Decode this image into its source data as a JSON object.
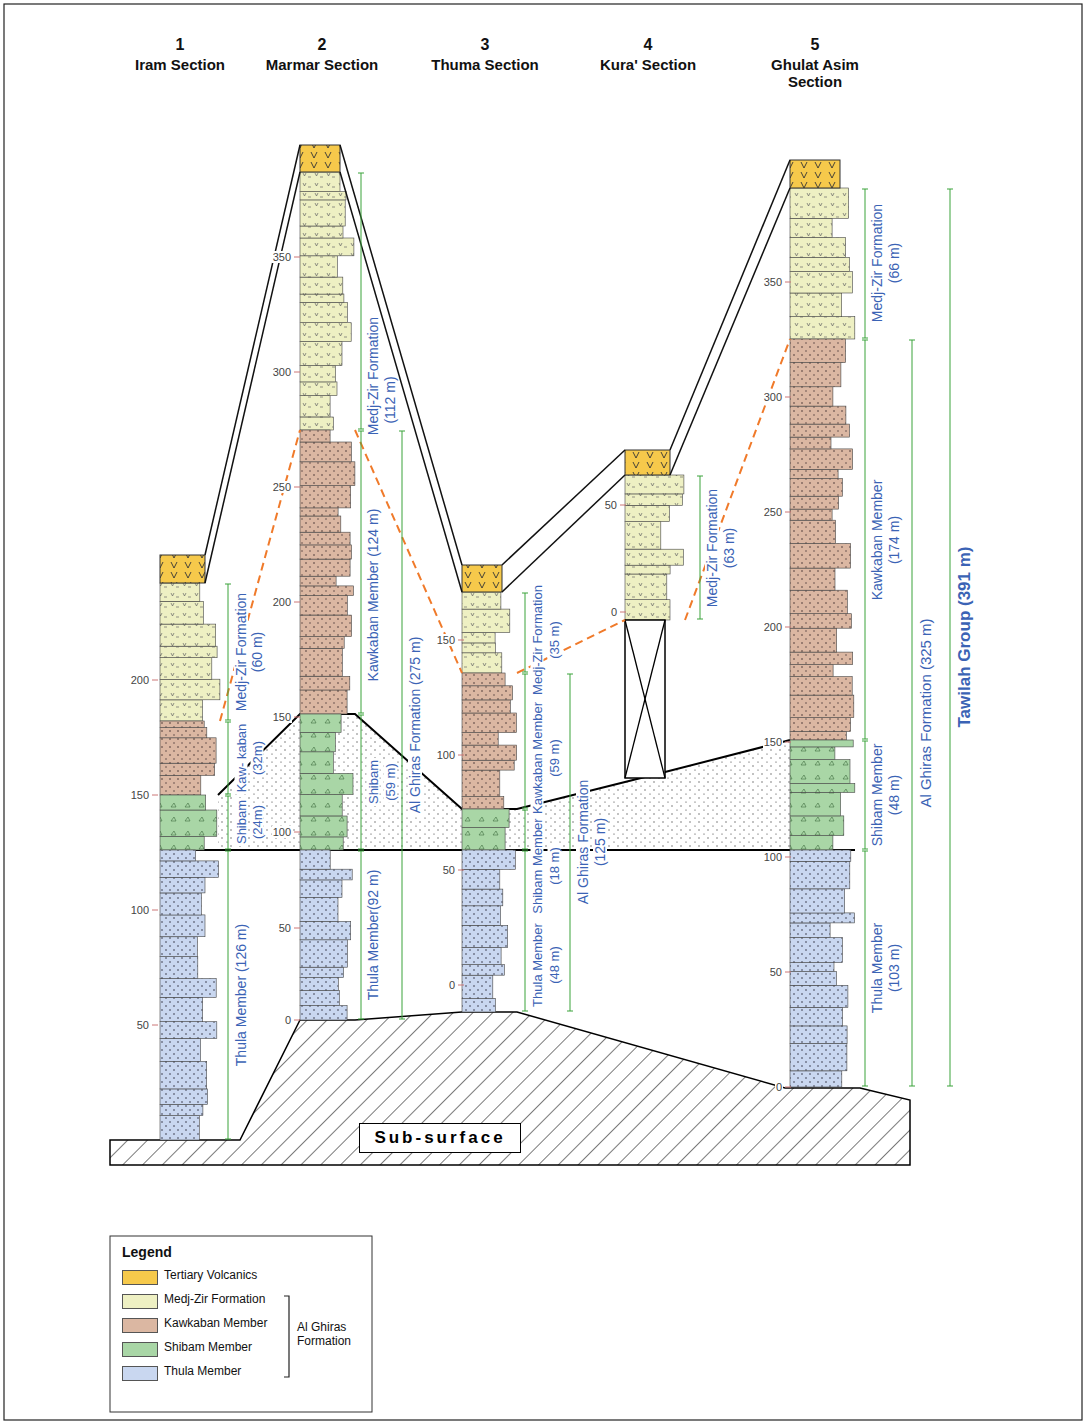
{
  "diagram": {
    "nodes": [
      {
        "text": [
          "Sub-surface"
        ]
      }
    ],
    "labels": [
      "1",
      "Iram Section",
      "2",
      "Marmar Section",
      "3",
      "Thuma Section",
      "4",
      "Kura' Section",
      "5",
      "Ghulat Asim Section",
      "200",
      "150",
      "100",
      "50",
      "Medj-Zir Formation",
      "(60 m)",
      "Kaw- kaban",
      "(32m)",
      "Shibam",
      "(24m)",
      "Thula Member (126 m)",
      "350",
      "300",
      "250",
      "200",
      "150",
      "100",
      "50",
      "0",
      "Medj-Zir Formation",
      "(112 m)",
      "Kawkaban Member (124 m)",
      "Shibam",
      "(59 m)",
      "Thula Member(92 m)",
      "Al Ghiras Formation (275 m)",
      "150",
      "100",
      "50",
      "0",
      "Medj-Zir Formation",
      "(35 m)",
      "Kawkaban Member",
      "(59 m)",
      "Shibam Member",
      "(18 m)",
      "Thula Member",
      "(48 m)",
      "Al Ghiras Formation",
      "(125 m)",
      "50",
      "0",
      "Medj-Zir Formation",
      "(63 m)",
      "350",
      "300",
      "250",
      "200",
      "150",
      "100",
      "50",
      "0",
      "Medj-Zir Formation",
      "(66 m)",
      "Kawkaban Member",
      "(174 m)",
      "Shibam Member",
      "(48 m)",
      "Thula Member",
      "(103 m)",
      "Al Ghiras Formation (325 m)",
      "Tawilah Group (391 m)",
      "Legend",
      "Al Ghiras Formation"
    ],
    "legend": [
      {
        "text": "Tertiary Volcanics",
        "color": "#f6c94b"
      },
      {
        "text": "Medj-Zir Formation",
        "color": "#eef0c3"
      },
      {
        "text": "Kawkaban Member",
        "color": "#dbb7a2"
      },
      {
        "text": "Shibam Member",
        "color": "#a9d6a6"
      },
      {
        "text": "Thula Member",
        "color": "#c9d7f0"
      }
    ]
  }
}
